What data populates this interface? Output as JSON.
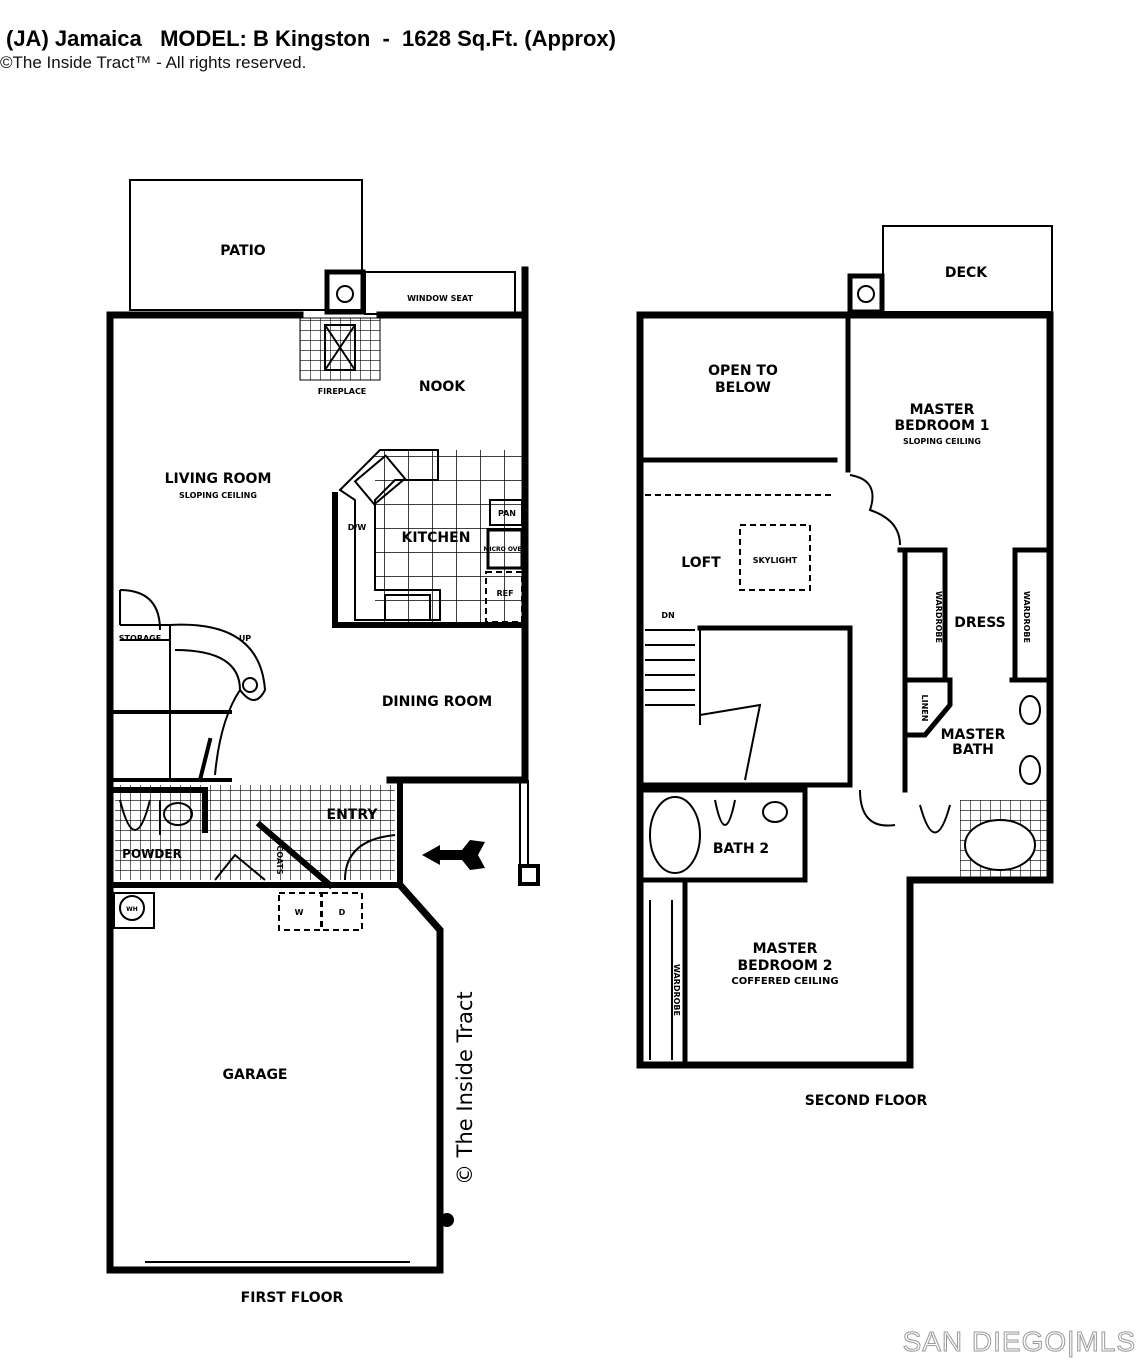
{
  "header": {
    "title": "(JA) Jamaica   MODEL: B Kingston  -  1628 Sq.Ft. (Approx)",
    "copyright": "©The Inside Tract™ - All rights reserved."
  },
  "first_floor": {
    "label": "FIRST FLOOR",
    "rooms": {
      "patio": "PATIO",
      "window_seat": "WINDOW SEAT",
      "fireplace": "FIREPLACE",
      "nook": "NOOK",
      "living_room": "LIVING ROOM",
      "living_room_note": "SLOPING CEILING",
      "kitchen": "KITCHEN",
      "dw": "D/W",
      "pan": "PAN",
      "micro_oven": "MICRO OVEN",
      "ref": "REF",
      "storage": "STORAGE",
      "up": "UP",
      "dining_room": "DINING ROOM",
      "entry": "ENTRY",
      "powder": "POWDER",
      "coats": "COATS",
      "wh": "WH",
      "w": "W",
      "d": "D",
      "garage": "GARAGE"
    }
  },
  "second_floor": {
    "label": "SECOND FLOOR",
    "rooms": {
      "deck": "DECK",
      "open_to_below": "OPEN TO",
      "open_to_below_2": "BELOW",
      "master_bedroom_1": "MASTER",
      "master_bedroom_1b": "BEDROOM 1",
      "master_bedroom_1_note": "SLOPING CEILING",
      "loft": "LOFT",
      "skylight": "SKYLIGHT",
      "dn": "DN",
      "dress": "DRESS",
      "wardrobe": "WARDROBE",
      "linen": "LINEN",
      "master_bath": "MASTER",
      "master_bath_b": "BATH",
      "bath_2": "BATH 2",
      "master_bedroom_2": "MASTER",
      "master_bedroom_2b": "BEDROOM 2",
      "master_bedroom_2_note": "COFFERED CEILING"
    }
  },
  "watermark": "© The Inside Tract",
  "logo": "SAN DIEGO|MLS"
}
